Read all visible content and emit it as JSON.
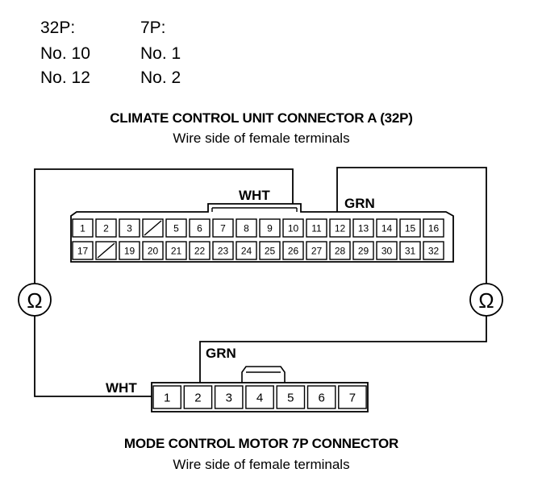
{
  "legend": {
    "headers": [
      "32P:",
      "7P:"
    ],
    "rows": [
      [
        "No. 10",
        "No. 1"
      ],
      [
        "No. 12",
        "No. 2"
      ]
    ]
  },
  "top_connector": {
    "title": "CLIMATE CONTROL UNIT CONNECTOR A (32P)",
    "subtitle": "Wire side of female terminals",
    "row1": [
      "1",
      "2",
      "3",
      "",
      "5",
      "6",
      "7",
      "8",
      "9",
      "10",
      "11",
      "12",
      "13",
      "14",
      "15",
      "16"
    ],
    "row2": [
      "17",
      "",
      "19",
      "20",
      "21",
      "22",
      "23",
      "24",
      "25",
      "26",
      "27",
      "28",
      "29",
      "30",
      "31",
      "32"
    ],
    "wire_wht": "WHT",
    "wire_grn": "GRN"
  },
  "bottom_connector": {
    "title": "MODE CONTROL MOTOR 7P CONNECTOR",
    "subtitle": "Wire side of female terminals",
    "terminals": [
      "1",
      "2",
      "3",
      "4",
      "5",
      "6",
      "7"
    ],
    "wire_wht": "WHT",
    "wire_grn": "GRN"
  },
  "meters": {
    "left_symbol": "Ω",
    "right_symbol": "Ω"
  }
}
